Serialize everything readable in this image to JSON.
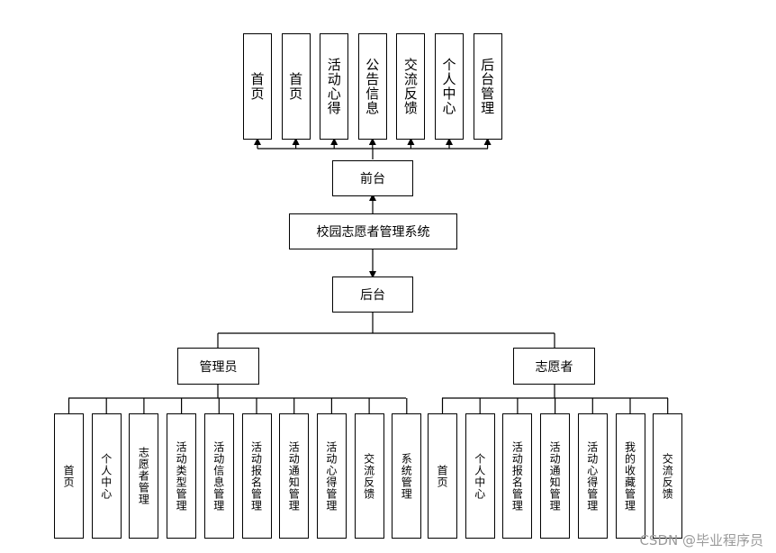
{
  "diagram": {
    "root": "校园志愿者管理系统",
    "frontend": {
      "label": "前台",
      "modules": [
        "首页",
        "首页",
        "活动心得",
        "公告信息",
        "交流反馈",
        "个人中心",
        "后台管理"
      ]
    },
    "backend": {
      "label": "后台",
      "roles": [
        {
          "label": "管理员",
          "modules": [
            "首页",
            "个人中心",
            "志愿者管理",
            "活动类型管理",
            "活动信息管理",
            "活动报名管理",
            "活动通知管理",
            "活动心得管理",
            "交流反馈",
            "系统管理"
          ]
        },
        {
          "label": "志愿者",
          "modules": [
            "首页",
            "个人中心",
            "活动报名管理",
            "活动通知管理",
            "活动心得管理",
            "我的收藏管理",
            "交流反馈"
          ]
        }
      ]
    }
  },
  "watermark": "CSDN @毕业程序员"
}
